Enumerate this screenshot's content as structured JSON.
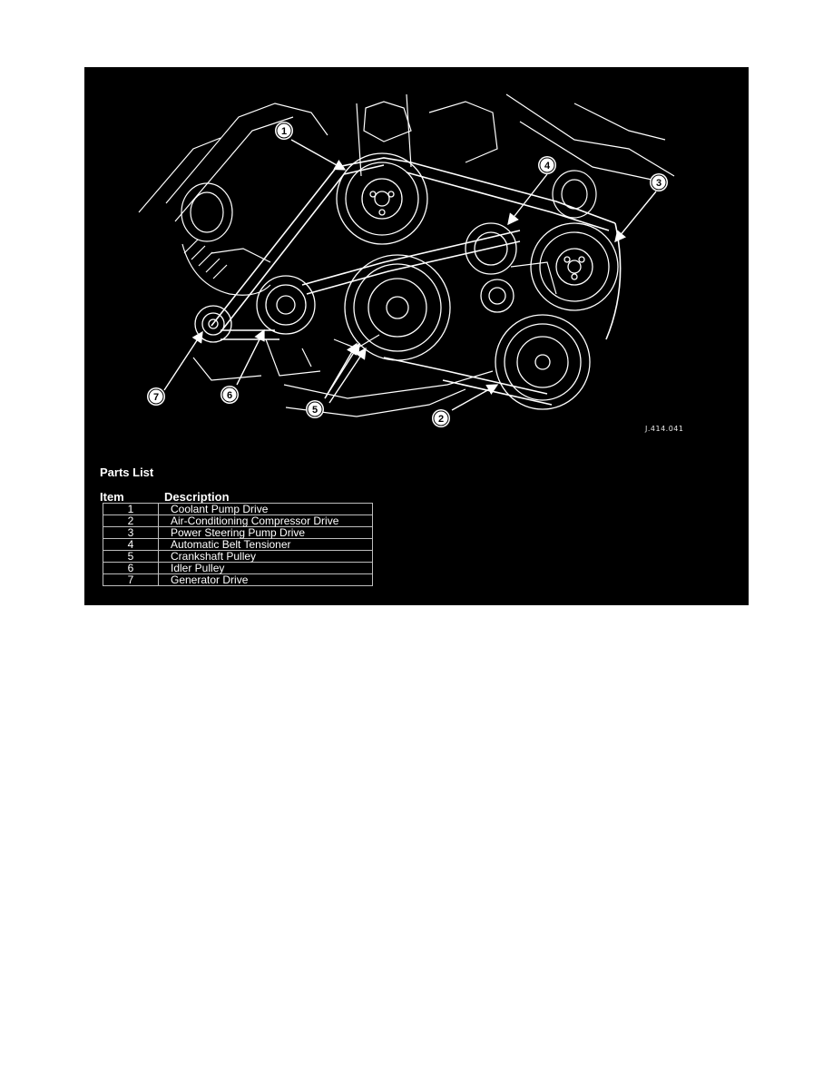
{
  "figure_id": "J.414.041",
  "callouts": [
    "1",
    "2",
    "3",
    "4",
    "5",
    "6",
    "7"
  ],
  "parts_list": {
    "title": "Parts List",
    "headers": {
      "item": "Item",
      "description": "Description"
    },
    "rows": [
      {
        "item": "1",
        "description": "Coolant Pump Drive"
      },
      {
        "item": "2",
        "description": "Air-Conditioning Compressor Drive"
      },
      {
        "item": "3",
        "description": "Power Steering Pump Drive"
      },
      {
        "item": "4",
        "description": "Automatic Belt Tensioner"
      },
      {
        "item": "5",
        "description": "Crankshaft Pulley"
      },
      {
        "item": "6",
        "description": "Idler Pulley"
      },
      {
        "item": "7",
        "description": "Generator Drive"
      }
    ]
  },
  "colors": {
    "background": "#000000",
    "line": "#ffffff",
    "grid": "#bdbdbd"
  }
}
